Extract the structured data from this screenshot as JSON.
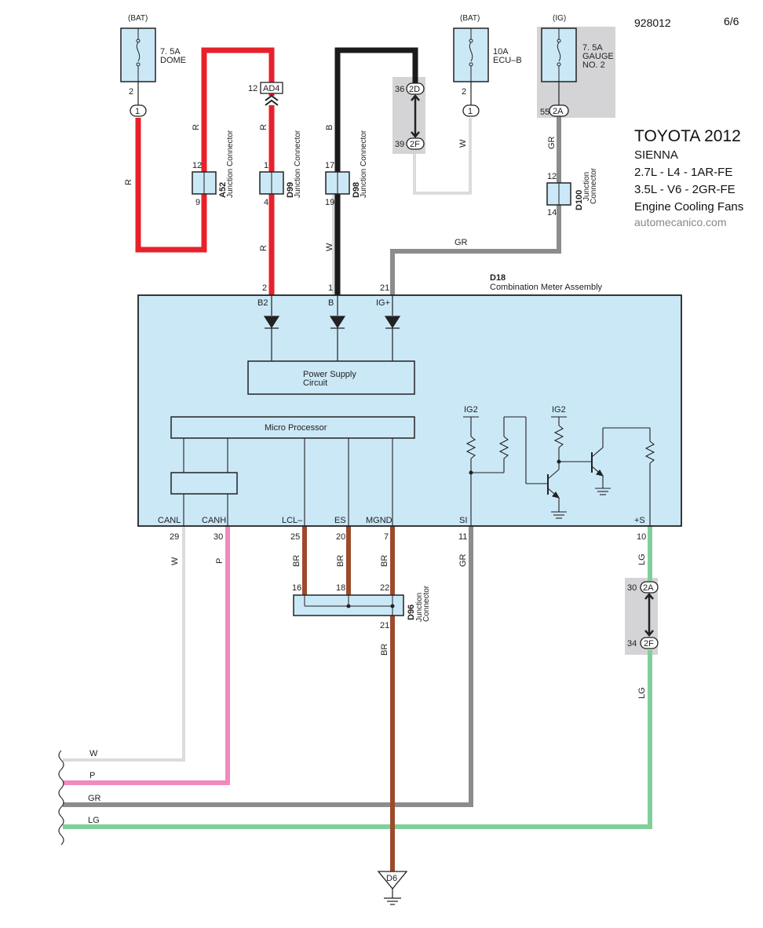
{
  "header": {
    "doc_code": "928012",
    "page": "6/6"
  },
  "title_block": {
    "make_year": "TOYOTA 2012",
    "model": "SIENNA",
    "engine1": "2.7L - L4 - 1AR-FE",
    "engine2": "3.5L - V6 - 2GR-FE",
    "system": "Engine Cooling Fans",
    "website": "automecanico.com"
  },
  "fuses": [
    {
      "source": "(BAT)",
      "rating": "7. 5A",
      "name": "DOME",
      "name2": "",
      "pin": "2",
      "conn": "1"
    },
    {
      "source": "(BAT)",
      "rating": "10A",
      "name": "ECU–B",
      "name2": "",
      "pin": "2",
      "conn": "1"
    },
    {
      "source": "(IG)",
      "rating": "7. 5A",
      "name": "GAUGE",
      "name2": "NO. 2",
      "pin": "55",
      "conn": "2A"
    }
  ],
  "connectors": {
    "ad4": {
      "pin": "12",
      "label": "AD4"
    },
    "a52": {
      "id": "A52",
      "desc1": "Junction",
      "desc2": "Connector",
      "pin_top": "12",
      "pin_bottom": "9"
    },
    "d99": {
      "id": "D99",
      "desc1": "Junction",
      "desc2": "Connector",
      "pin_top": "1",
      "pin_bottom": "4"
    },
    "d98": {
      "id": "D98",
      "desc1": "Junction",
      "desc2": "Connector",
      "pin_top": "17",
      "pin_bottom": "19"
    },
    "d100": {
      "id": "D100",
      "desc1": "Junction",
      "desc2": "Connector",
      "pin_top": "12",
      "pin_bottom": "14"
    },
    "d96": {
      "id": "D96",
      "desc1": "Junction",
      "desc2": "Connector",
      "pin_16": "16",
      "pin_18": "18",
      "pin_22": "22",
      "pin_21": "21"
    },
    "inline_top": {
      "pin_a": "36",
      "label_a": "2D",
      "pin_b": "39",
      "label_b": "2F"
    },
    "inline_bottom": {
      "pin_a": "30",
      "label_a": "2A",
      "pin_b": "34",
      "label_b": "2F"
    }
  },
  "meter": {
    "id": "D18",
    "name": "Combination Meter Assembly",
    "power_supply_line1": "Power Supply",
    "power_supply_line2": "Circuit",
    "micro": "Micro Processor",
    "ig2_a": "IG2",
    "ig2_b": "IG2",
    "top_pins": [
      {
        "num": "2",
        "name": "B2"
      },
      {
        "num": "1",
        "name": "B"
      },
      {
        "num": "21",
        "name": "IG+"
      }
    ],
    "bottom_pins": [
      {
        "num": "29",
        "name": "CANL"
      },
      {
        "num": "30",
        "name": "CANH"
      },
      {
        "num": "25",
        "name": "LCL–"
      },
      {
        "num": "20",
        "name": "ES"
      },
      {
        "num": "7",
        "name": "MGND"
      },
      {
        "num": "11",
        "name": "SI"
      },
      {
        "num": "10",
        "name": "+S"
      }
    ]
  },
  "wire_colors": {
    "R": "R",
    "B": "B",
    "W": "W",
    "GR": "GR",
    "BR": "BR",
    "P": "P",
    "LG": "LG"
  },
  "ground": {
    "label": "D6"
  },
  "colors": {
    "red": "#e8202a",
    "black": "#1a1a1a",
    "white_wire": "#b8b8b8",
    "gray": "#8c8c8e",
    "brown": "#9c4a2c",
    "pink": "#f08ac0",
    "green": "#7fcf9a",
    "module_fill": "#cbe8f7",
    "gray_box": "#d4d4d6"
  }
}
